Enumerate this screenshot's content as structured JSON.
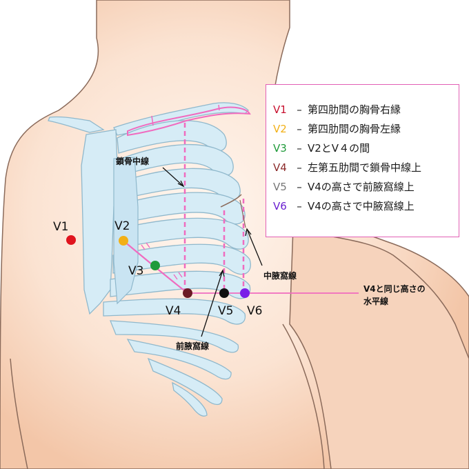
{
  "leads": [
    {
      "code": "V1",
      "color": "#e0141e"
    },
    {
      "code": "V2",
      "color": "#f2b016"
    },
    {
      "code": "V3",
      "color": "#1f9a3a"
    },
    {
      "code": "V4",
      "color": "#6b1b24"
    },
    {
      "code": "V5",
      "color": "#111111"
    },
    {
      "code": "V6",
      "color": "#7a1fe8"
    }
  ],
  "legend": {
    "dash": "–",
    "items": [
      {
        "code": "V1",
        "color": "#c8102e",
        "text": "第四肋間の胸骨右縁"
      },
      {
        "code": "V2",
        "color": "#f2b016",
        "text": "第四肋間の胸骨左縁"
      },
      {
        "code": "V3",
        "color": "#1f9a3a",
        "text": "V2とV４の間"
      },
      {
        "code": "V4",
        "color": "#8b2a2a",
        "text": "左第五肋間で鎖骨中線上"
      },
      {
        "code": "V5",
        "color": "#777777",
        "text": "V4の高さで前腋窩線上"
      },
      {
        "code": "V6",
        "color": "#6a1fd0",
        "text": "V4の高さで中腋窩線上"
      }
    ]
  },
  "annotations": {
    "midclavicular": "鎖骨中線",
    "mid_axillary": "中腋窩線",
    "anterior_axillary": "前腋窩線",
    "horizontal_line_1": "V4と同じ高さの",
    "horizontal_line_2": "水平線"
  },
  "colors": {
    "skin": "#f6cfb4",
    "skin_outline": "#8a6a5a",
    "bone": "#d6ecf6",
    "bone_outline": "#8fb8cc",
    "guide_pink": "#f06bbf",
    "legend_border": "#e25fb5"
  }
}
